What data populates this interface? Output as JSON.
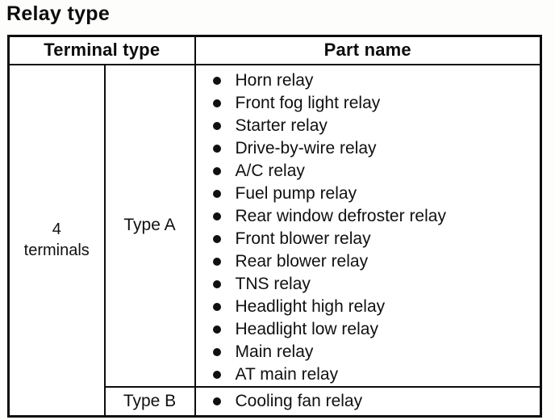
{
  "page": {
    "title": "Relay type"
  },
  "table": {
    "headers": {
      "terminal_type": "Terminal type",
      "part_name": "Part name"
    },
    "terminal_group": "4\nterminals",
    "rows": [
      {
        "type_label": "Type A",
        "parts": [
          "Horn relay",
          "Front fog light relay",
          "Starter relay",
          "Drive-by-wire relay",
          "A/C relay",
          "Fuel pump relay",
          "Rear window defroster relay",
          "Front blower relay",
          "Rear blower relay",
          "TNS relay",
          "Headlight high relay",
          "Headlight low relay",
          "Main relay",
          "AT main relay"
        ]
      },
      {
        "type_label": "Type B",
        "parts": [
          "Cooling fan relay"
        ]
      }
    ]
  },
  "icons": {
    "bullet": "●"
  },
  "colors": {
    "ink": "#0d0d0d",
    "paper": "#ffffff"
  }
}
